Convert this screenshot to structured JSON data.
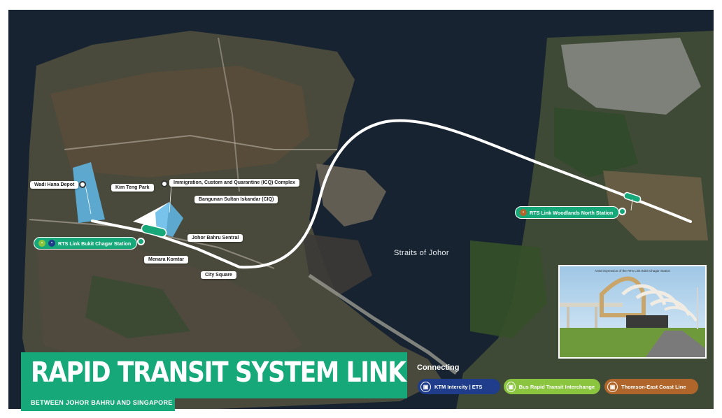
{
  "title": "RAPID TRANSIT SYSTEM LINK",
  "subtitle": "BETWEEN JOHOR BAHRU AND SINGAPORE",
  "water_label": "Straits of Johor",
  "landmarks": {
    "wadi_hana": "Wadi Hana Depot",
    "kim_teng": "Kim Teng Park",
    "icq": "Immigration, Custom and Quarantine (ICQ) Complex",
    "ciq": "Bangunan Sultan Iskandar (CIQ)",
    "jb_sentral": "Johor Bahru Sentral",
    "menara": "Menara Komtar",
    "city_square": "City Square"
  },
  "stations": {
    "bukit_chagar": "RTS Link Bukit Chagar Station",
    "woodlands": "RTS Link Woodlands North Station"
  },
  "inset_caption": "Artist impression of the RTS Link Bukit Chagar Station",
  "connecting": {
    "heading": "Connecting",
    "items": [
      {
        "label": "KTM Intercity | ETS",
        "color": "#1f3d8a",
        "icon": "train-icon"
      },
      {
        "label": "Bus Rapid Transit Interchange",
        "color": "#8bc53f",
        "icon": "bus-icon"
      },
      {
        "label": "Thomson-East Coast Line",
        "color": "#b0652a",
        "icon": "metro-icon"
      }
    ]
  },
  "colors": {
    "accent": "#17a87a",
    "water": "#16202b",
    "route": "#ffffff",
    "depot_area": "#5fb8e8"
  }
}
